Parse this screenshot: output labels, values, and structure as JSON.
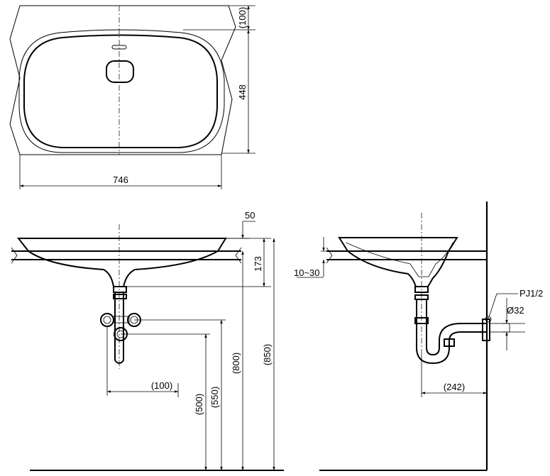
{
  "top_view": {
    "dim_width": "746",
    "dim_depth": "448",
    "dim_rear": "(100)"
  },
  "front_view": {
    "dim_rim_thickness": "50",
    "dim_bowl_depth": "173",
    "dim_rim_height": "(850)",
    "dim_drain_height": "(800)",
    "dim_supply_high": "(550)",
    "dim_supply_low": "(500)",
    "dim_supply_offset": "(100)"
  },
  "side_view": {
    "dim_counter_thickness": "10~30",
    "label_supply_thread": "PJ1/2",
    "dim_drain_diameter": "Ø32",
    "dim_trap_projection": "(242)"
  }
}
